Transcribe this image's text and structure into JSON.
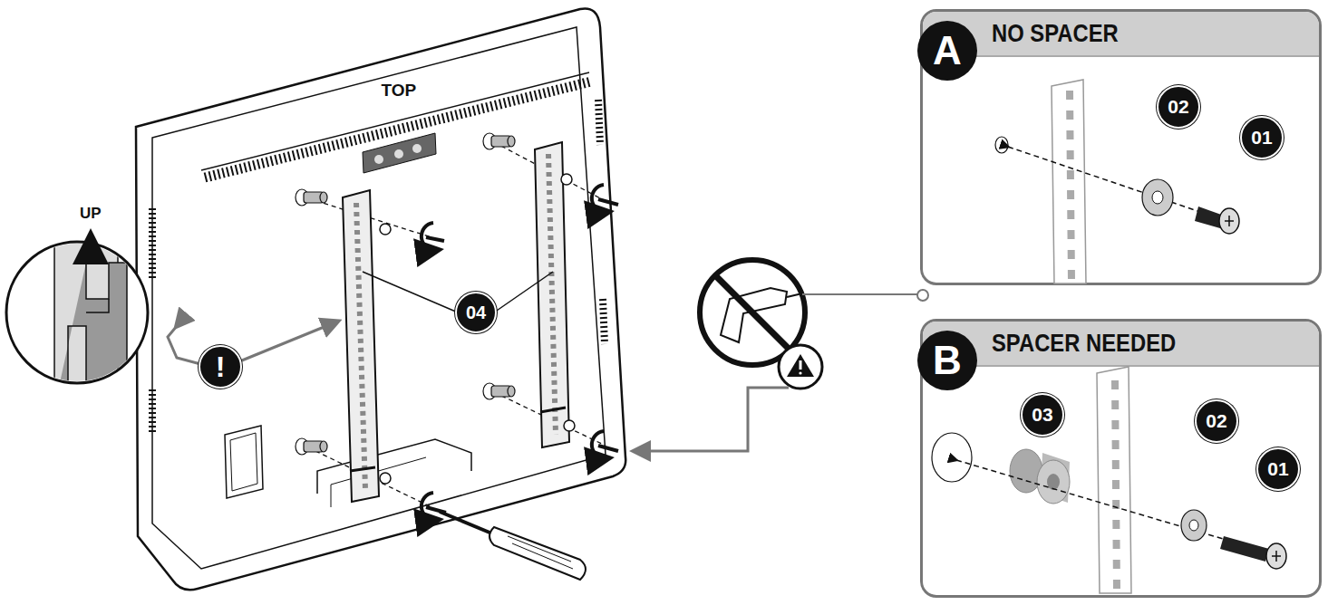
{
  "diagram": {
    "nodes": [
      {
        "text": [
          "A",
          "NO SPACER"
        ]
      },
      {
        "text": [
          "B",
          "SPACER NEEDED"
        ]
      }
    ],
    "labels": [
      "TOP",
      "UP",
      "!",
      "04",
      "02",
      "01",
      "03",
      "02",
      "01"
    ]
  }
}
